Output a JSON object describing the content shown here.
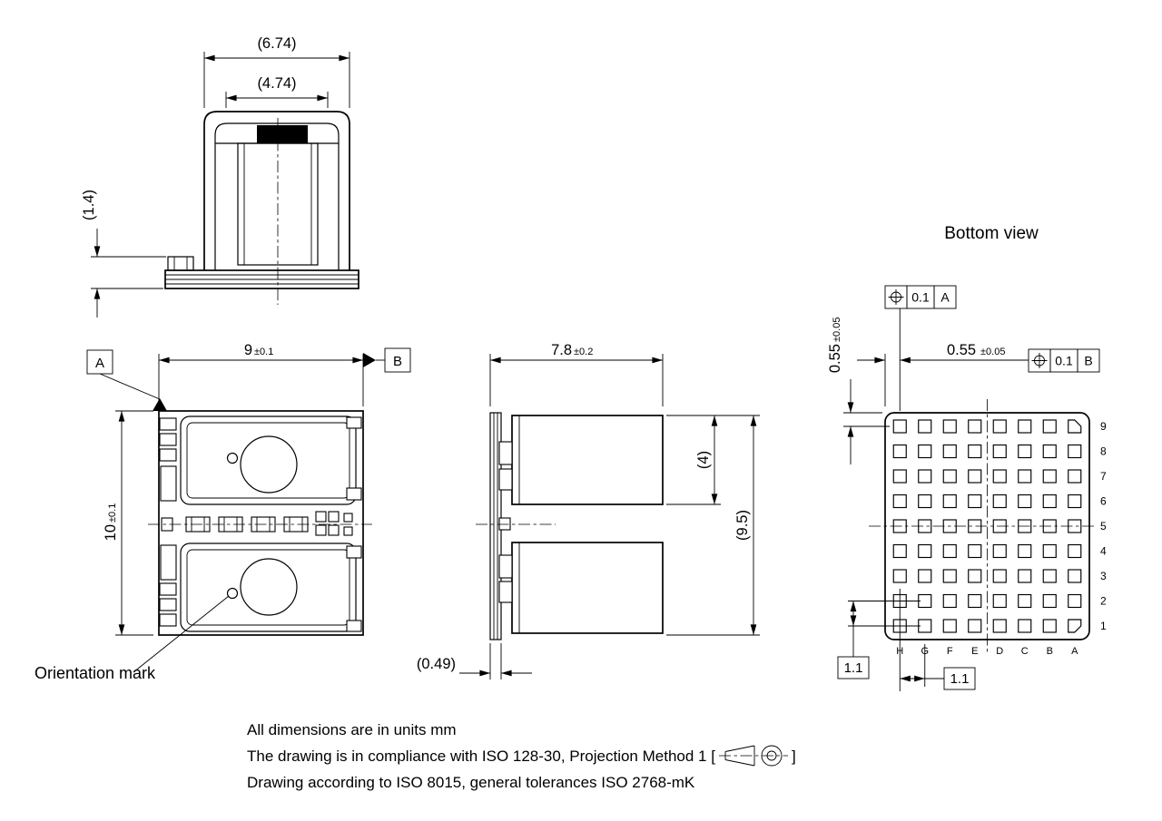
{
  "page": {
    "background": "#ffffff",
    "line_color": "#000000"
  },
  "top_view": {
    "dim_outer_width": "(6.74)",
    "dim_inner_width": "(4.74)",
    "dim_stack_height": "(1.4)"
  },
  "front_view": {
    "dim_width_value": "9",
    "dim_width_tol": "±0.1",
    "dim_height_value": "10",
    "dim_height_tol": "±0.1",
    "datum_a_label": "A",
    "datum_b_label": "B",
    "orientation_mark_label": "Orientation mark"
  },
  "side_view": {
    "dim_width_value": "7.8",
    "dim_width_tol": "±0.2",
    "dim_module_height": "(4)",
    "dim_overall_height": "(9.5)",
    "dim_pcb_thickness": "(0.49)"
  },
  "bottom_view": {
    "title": "Bottom view",
    "fcf_a": {
      "tolerance": "0.1",
      "datum": "A"
    },
    "fcf_b": {
      "tolerance": "0.1",
      "datum": "B"
    },
    "dim_edge_offset_x_value": "0.55",
    "dim_edge_offset_x_tol": "±0.05",
    "dim_edge_offset_y_value": "0.55",
    "dim_edge_offset_y_tol": "±0.05",
    "ball_pitch_row": "1.1",
    "ball_pitch_col": "1.1",
    "row_labels": [
      "9",
      "8",
      "7",
      "6",
      "5",
      "4",
      "3",
      "2",
      "1"
    ],
    "col_labels": [
      "H",
      "G",
      "F",
      "E",
      "D",
      "C",
      "B",
      "A"
    ]
  },
  "notes": {
    "line1": "All dimensions are in units mm",
    "line2_prefix": "The drawing is in compliance with ISO 128-30, Projection Method 1 [",
    "line2_suffix": "]",
    "line3": "Drawing according to ISO 8015, general tolerances ISO 2768-mK"
  }
}
